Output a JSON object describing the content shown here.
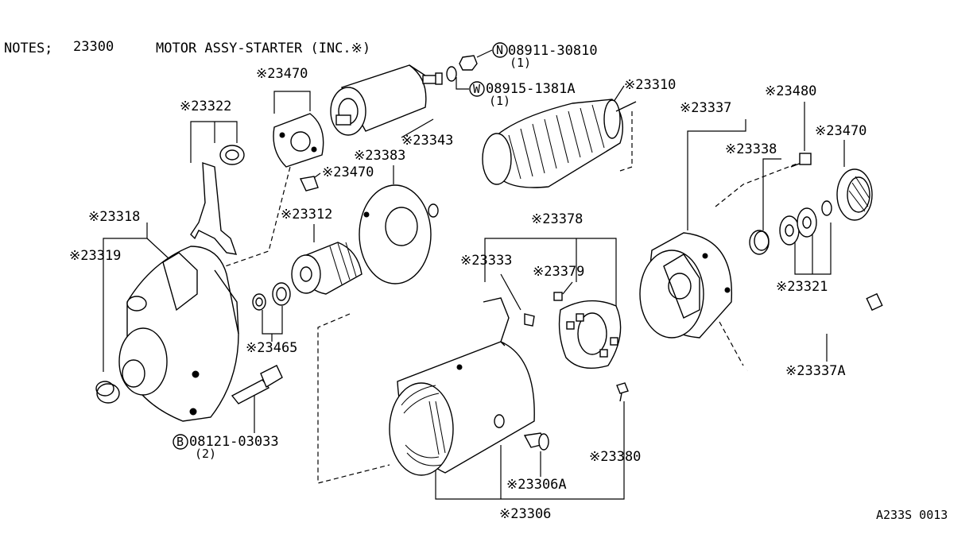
{
  "header": {
    "notes_label": "NOTES;",
    "notes_code": "23300",
    "notes_text": "MOTOR ASSY-STARTER (INC.※)"
  },
  "labels": {
    "p23470_top": "※23470",
    "p23322": "※23322",
    "p23343": "※23343",
    "p23383": "※23383",
    "p23470_mid": "※23470",
    "p23310": "※23310",
    "p23337": "※23337",
    "p23480": "※23480",
    "p23338": "※23338",
    "p23470_right": "※23470",
    "p23318": "※23318",
    "p23319": "※23319",
    "p23312": "※23312",
    "p23378": "※23378",
    "p23333": "※23333",
    "p23379": "※23379",
    "p23321": "※23321",
    "p23465": "※23465",
    "p23337A": "※23337A",
    "p23380": "※23380",
    "p23306A": "※23306A",
    "p23306": "※23306"
  },
  "fasteners": {
    "nut_code": "08911-30810",
    "nut_symbol": "N",
    "nut_qty": "(1)",
    "washer_code": "08915-1381A",
    "washer_symbol": "W",
    "washer_qty": "(1)",
    "bolt_code": "08121-03033",
    "bolt_symbol": "B",
    "bolt_qty": "(2)"
  },
  "footer": {
    "drawing_code": "A233S 0013"
  }
}
